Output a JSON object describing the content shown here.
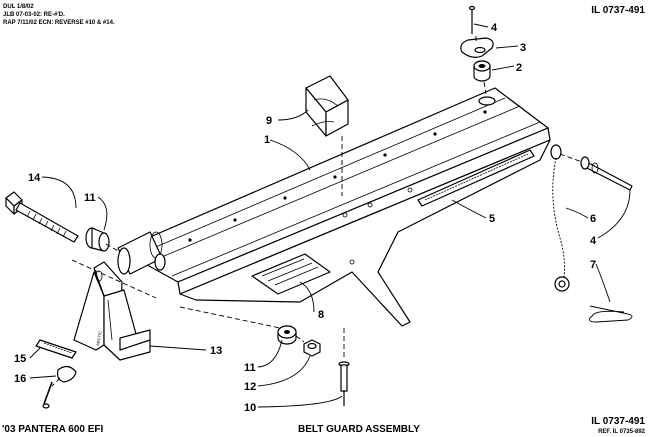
{
  "header": {
    "revision_lines": [
      "DUL 1/8/02",
      "JLB 07-03-02: RE-#'D.",
      "RAP 7/11/02 ECN: REVERSE #10 & #14."
    ],
    "illustration_number_top": "IL 0737-491"
  },
  "callouts": [
    {
      "id": "c1",
      "label": "1"
    },
    {
      "id": "c2",
      "label": "2"
    },
    {
      "id": "c3",
      "label": "3"
    },
    {
      "id": "c4a",
      "label": "4"
    },
    {
      "id": "c4b",
      "label": "4"
    },
    {
      "id": "c5",
      "label": "5"
    },
    {
      "id": "c6",
      "label": "6"
    },
    {
      "id": "c7",
      "label": "7"
    },
    {
      "id": "c8",
      "label": "8"
    },
    {
      "id": "c9",
      "label": "9"
    },
    {
      "id": "c10",
      "label": "10"
    },
    {
      "id": "c11a",
      "label": "11"
    },
    {
      "id": "c11b",
      "label": "11"
    },
    {
      "id": "c12",
      "label": "12"
    },
    {
      "id": "c13",
      "label": "13"
    },
    {
      "id": "c14",
      "label": "14"
    },
    {
      "id": "c15",
      "label": "15"
    },
    {
      "id": "c16",
      "label": "16"
    }
  ],
  "footer": {
    "model": "'03 PANTERA 600 EFI",
    "title": "BELT GUARD ASSEMBLY",
    "illustration_number_bottom": "IL 0737-491",
    "reference": "REF. IL 0735-892"
  }
}
